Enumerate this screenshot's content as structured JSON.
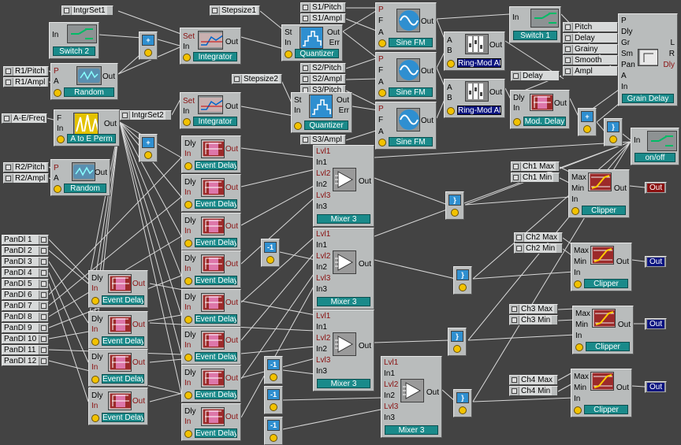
{
  "colors": {
    "background": "#434343",
    "panel": "#b9bcbc",
    "title_teal": "#1a8a8a",
    "title_navy": "#0c1580",
    "wire": "#d8d8d8",
    "knob": "#f2c200"
  },
  "ui": {
    "intgrset1": "IntgrSet1",
    "stepsize1": "Stepsize1",
    "stepsize2": "Stepsize2",
    "intgrset2": "IntgrSet2",
    "s1_pitch": "S1/Pitch",
    "s1_ampl": "S1/Ampl",
    "s2_pitch": "S2/Pitch",
    "s2_ampl": "S2/Ampl",
    "s3_pitch": "S3/Pitch",
    "s3_ampl": "S3/Ampl",
    "r1_pitch": "R1/Pitch",
    "r1_ampl": "R1/Ampl",
    "r2_pitch": "R2/Pitch",
    "r2_ampl": "R2/Ampl",
    "ae_freq": "A-E/Freq",
    "gd_pitch": "Pitch",
    "gd_delay": "Delay",
    "gd_grainy": "Grainy",
    "gd_smooth": "Smooth",
    "gd_ampl": "Ampl",
    "md_delay": "Delay",
    "ch1max": "Ch1 Max",
    "ch1min": "Ch1 Min",
    "ch2max": "Ch2 Max",
    "ch2min": "Ch2 Min",
    "ch3max": "Ch3 Max",
    "ch3min": "Ch3 Min",
    "ch4max": "Ch4 Max",
    "ch4min": "Ch4 Min",
    "pandl": [
      "PanDl 1",
      "PanDl 2",
      "PanDl 3",
      "PanDl 4",
      "PanDl 5",
      "PanDl 6",
      "PanDl 7",
      "PanDl 8",
      "PanDl 9",
      "PanDl 10",
      "PanDl 11",
      "PanDl 12"
    ],
    "mod_switch2": "Switch 2",
    "mod_integrator1": "Integrator",
    "mod_quantizer1": "Quantizer",
    "mod_random1": "Random",
    "mod_integrator2": "Integrator",
    "mod_aeperm": "A to E Perm",
    "mod_random2": "Random",
    "mod_sinefm1": "Sine FM",
    "mod_sinefm2": "Sine FM",
    "mod_sinefm3": "Sine FM",
    "mod_quantizer2": "Quantizer",
    "mod_ringmod1": "Ring-Mod AB",
    "mod_ringmod2": "Ring-Mod AB",
    "mod_switch1": "Switch 1",
    "mod_graindelay": "Grain Delay",
    "mod_moddelay": "Mod. Delay",
    "mod_onoff": "on/off",
    "mod_mixer1": "Mixer 3",
    "mod_mixer2": "Mixer 3",
    "mod_mixer3": "Mixer 3",
    "mod_mixer4": "Mixer 3",
    "mod_clipper1": "Clipper",
    "mod_clipper2": "Clipper",
    "mod_clipper3": "Clipper",
    "mod_clipper4": "Clipper",
    "event_delay": "Event Delay",
    "p_in": "In",
    "p_out": "Out",
    "p_p": "P",
    "p_a": "A",
    "p_f": "F",
    "p_b": "B",
    "p_set": "Set",
    "p_st": "St",
    "p_err": "Err",
    "p_dly": "Dly",
    "p_gr": "Gr",
    "p_sm": "Sm",
    "p_pan": "Pan",
    "p_l": "L",
    "p_r": "R",
    "p_max": "Max",
    "p_min": "Min",
    "p_lvl1": "Lvl1",
    "p_lvl2": "Lvl2",
    "p_lvl3": "Lvl3",
    "p_in1": "In1",
    "p_in2": "In2",
    "p_in3": "In3",
    "plus": "+",
    "minus1": "-1",
    "sample": "}",
    "out1": "Out",
    "out2": "Out",
    "out3": "Out",
    "out4": "Out"
  }
}
